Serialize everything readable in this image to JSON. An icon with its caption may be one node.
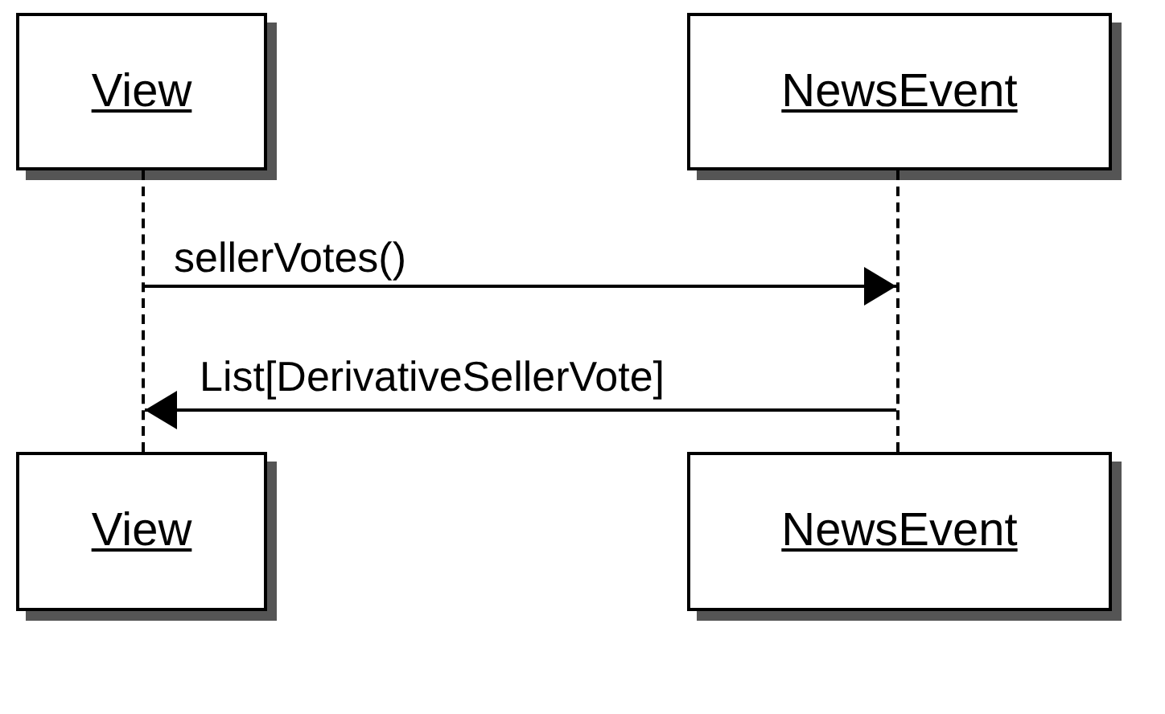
{
  "diagram": {
    "nodes": [
      {
        "text": [
          "View"
        ]
      },
      {
        "text": [
          "NewsEvent"
        ]
      },
      {
        "text": [
          "View"
        ]
      },
      {
        "text": [
          "NewsEvent"
        ]
      },
      {
        "text": [],
        "shape": "line"
      },
      {
        "text": [],
        "shape": "line"
      }
    ],
    "edges": [
      {
        "from": 4,
        "to": 5,
        "arrow": "to",
        "label": "sellerVotes()"
      },
      {
        "from": 5,
        "to": 4,
        "arrow": "to",
        "label": "List[DerivativeSellerVote]"
      }
    ]
  }
}
